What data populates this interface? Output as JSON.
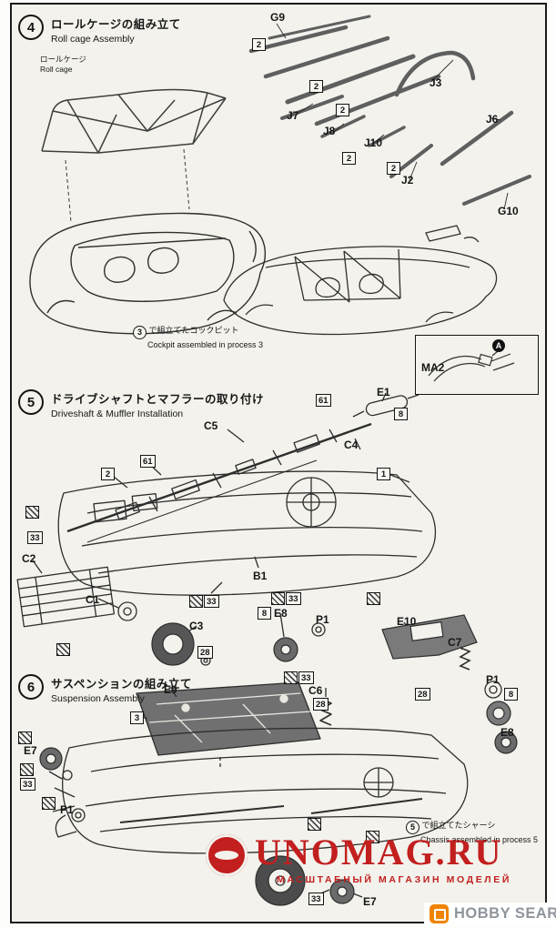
{
  "colors": {
    "watermark_red": "#c21f1f",
    "hobbysearch_orange": "#f08300",
    "paper": "#f3f2ec",
    "line_art": "#2e2e2e"
  },
  "watermark": {
    "title": "UNOMAG.RU",
    "subtitle": "МАСШТАБНЫЙ МАГАЗИН МОДЕЛЕЙ"
  },
  "footer": {
    "logo_text": "HOBBY SEARCH"
  },
  "symbols": {
    "paint_1": "1",
    "paint_2": "2",
    "paint_3": "3",
    "paint_8": "8",
    "paint_28": "28",
    "paint_33": "33",
    "paint_61": "61"
  },
  "step4": {
    "number": "4",
    "title_jp": "ロールケージの組み立て",
    "title_en": "Roll cage Assembly",
    "rollcage_jp": "ロールケージ",
    "rollcage_en": "Roll cage",
    "parts": {
      "g9": "G9",
      "j3": "J3",
      "j7": "J7",
      "j6": "J6",
      "j8": "J8",
      "j10": "J10",
      "j2": "J2",
      "g10": "G10"
    },
    "note": {
      "process": "3",
      "jp": "で組立てたコックピット",
      "en": "Cockpit assembled in process 3"
    },
    "inset": {
      "part": "MA2",
      "detail": "A"
    }
  },
  "step5": {
    "number": "5",
    "title_jp": "ドライブシャフトとマフラーの取り付け",
    "title_en": "Driveshaft & Muffler Installation",
    "parts": {
      "e1": "E1",
      "c5": "C5",
      "c4": "C4",
      "b1": "B1",
      "c2": "C2",
      "c1": "C1",
      "c3": "C3",
      "e8": "E8",
      "p1": "P1",
      "e10": "E10",
      "c7": "C7"
    }
  },
  "step6": {
    "number": "6",
    "title_jp": "サスペンションの組み立て",
    "title_en": "Suspension Assembly",
    "parts": {
      "e9": "E9",
      "c6": "C6",
      "e7": "E7",
      "p1": "P1",
      "e8": "E8"
    },
    "note": {
      "process": "5",
      "jp": "で組立てたシャーシ",
      "en": "Chassis assembled in process 5"
    }
  }
}
